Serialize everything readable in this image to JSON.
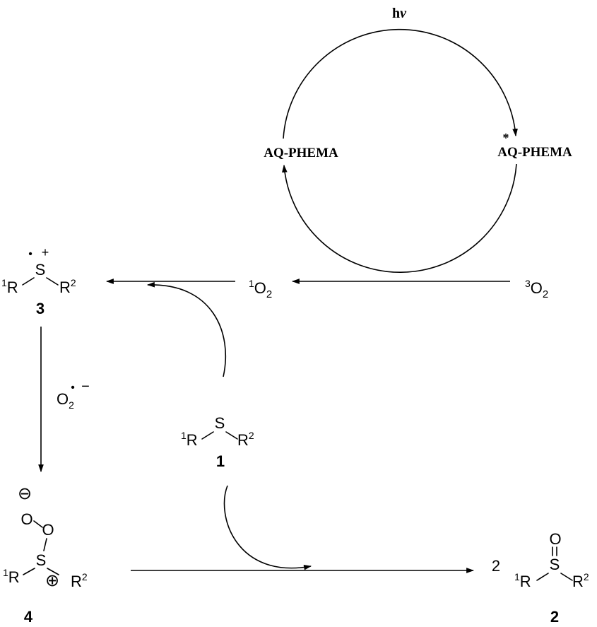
{
  "cycle": {
    "light_label_h": "h",
    "light_label_nu": "ν",
    "catalyst_left": "AQ-PHEMA",
    "catalyst_right": "AQ-PHEMA",
    "excited_mark": "*"
  },
  "oxygen": {
    "singlet_super": "1",
    "triplet_super": "3",
    "o": "O",
    "sub": "2"
  },
  "superoxide": {
    "o": "O",
    "sub": "2",
    "dot": "•",
    "charge": "−"
  },
  "compounds": {
    "c1": {
      "r1_super": "1",
      "r": "R",
      "s": "S",
      "r2_super": "2",
      "label": "1"
    },
    "c2": {
      "coef": "2",
      "o": "O",
      "r1_super": "1",
      "r": "R",
      "s": "S",
      "r2_super": "2",
      "label": "2"
    },
    "c3": {
      "r1_super": "1",
      "r": "R",
      "s": "S",
      "r2_super": "2",
      "dot": "•",
      "charge": "+",
      "label": "3"
    },
    "c4": {
      "minus": "⊖",
      "plus": "⊕",
      "o": "O",
      "r1_super": "1",
      "r": "R",
      "s": "S",
      "r2_super": "2",
      "label": "4"
    }
  }
}
